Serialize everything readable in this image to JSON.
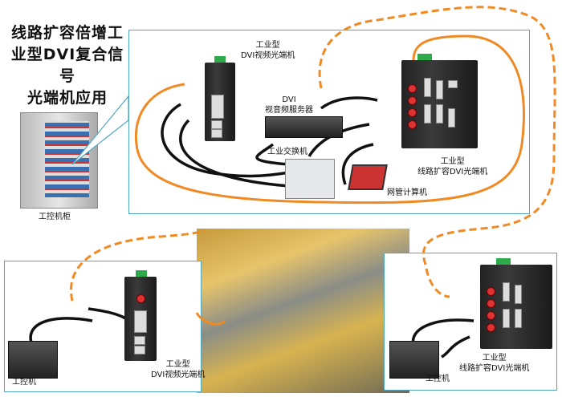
{
  "title": [
    "线路扩容倍增工",
    "业型DVI复合信号",
    "光端机应用"
  ],
  "labels": {
    "cabinet_top": "工控机柜",
    "dvi_video_optical_top": [
      "工业型",
      "DVI视频光端机"
    ],
    "dvi_av_server": [
      "DVI",
      "视音频服务器"
    ],
    "industrial_switch": "工业交换机",
    "management_computer": "网管计算机",
    "line_expansion_top": [
      "工业型",
      "线路扩容DVI光端机"
    ],
    "ipc_left": "工控机",
    "dvi_video_optical_bottom": [
      "工业型",
      "DVI视频光端机"
    ],
    "ipc_right": "工控机",
    "line_expansion_bottom": [
      "工业型",
      "线路扩容DVI光端机"
    ]
  },
  "colors": {
    "fiber": "#f08a24",
    "border": "#4fa9c6",
    "cable": "#111111"
  }
}
